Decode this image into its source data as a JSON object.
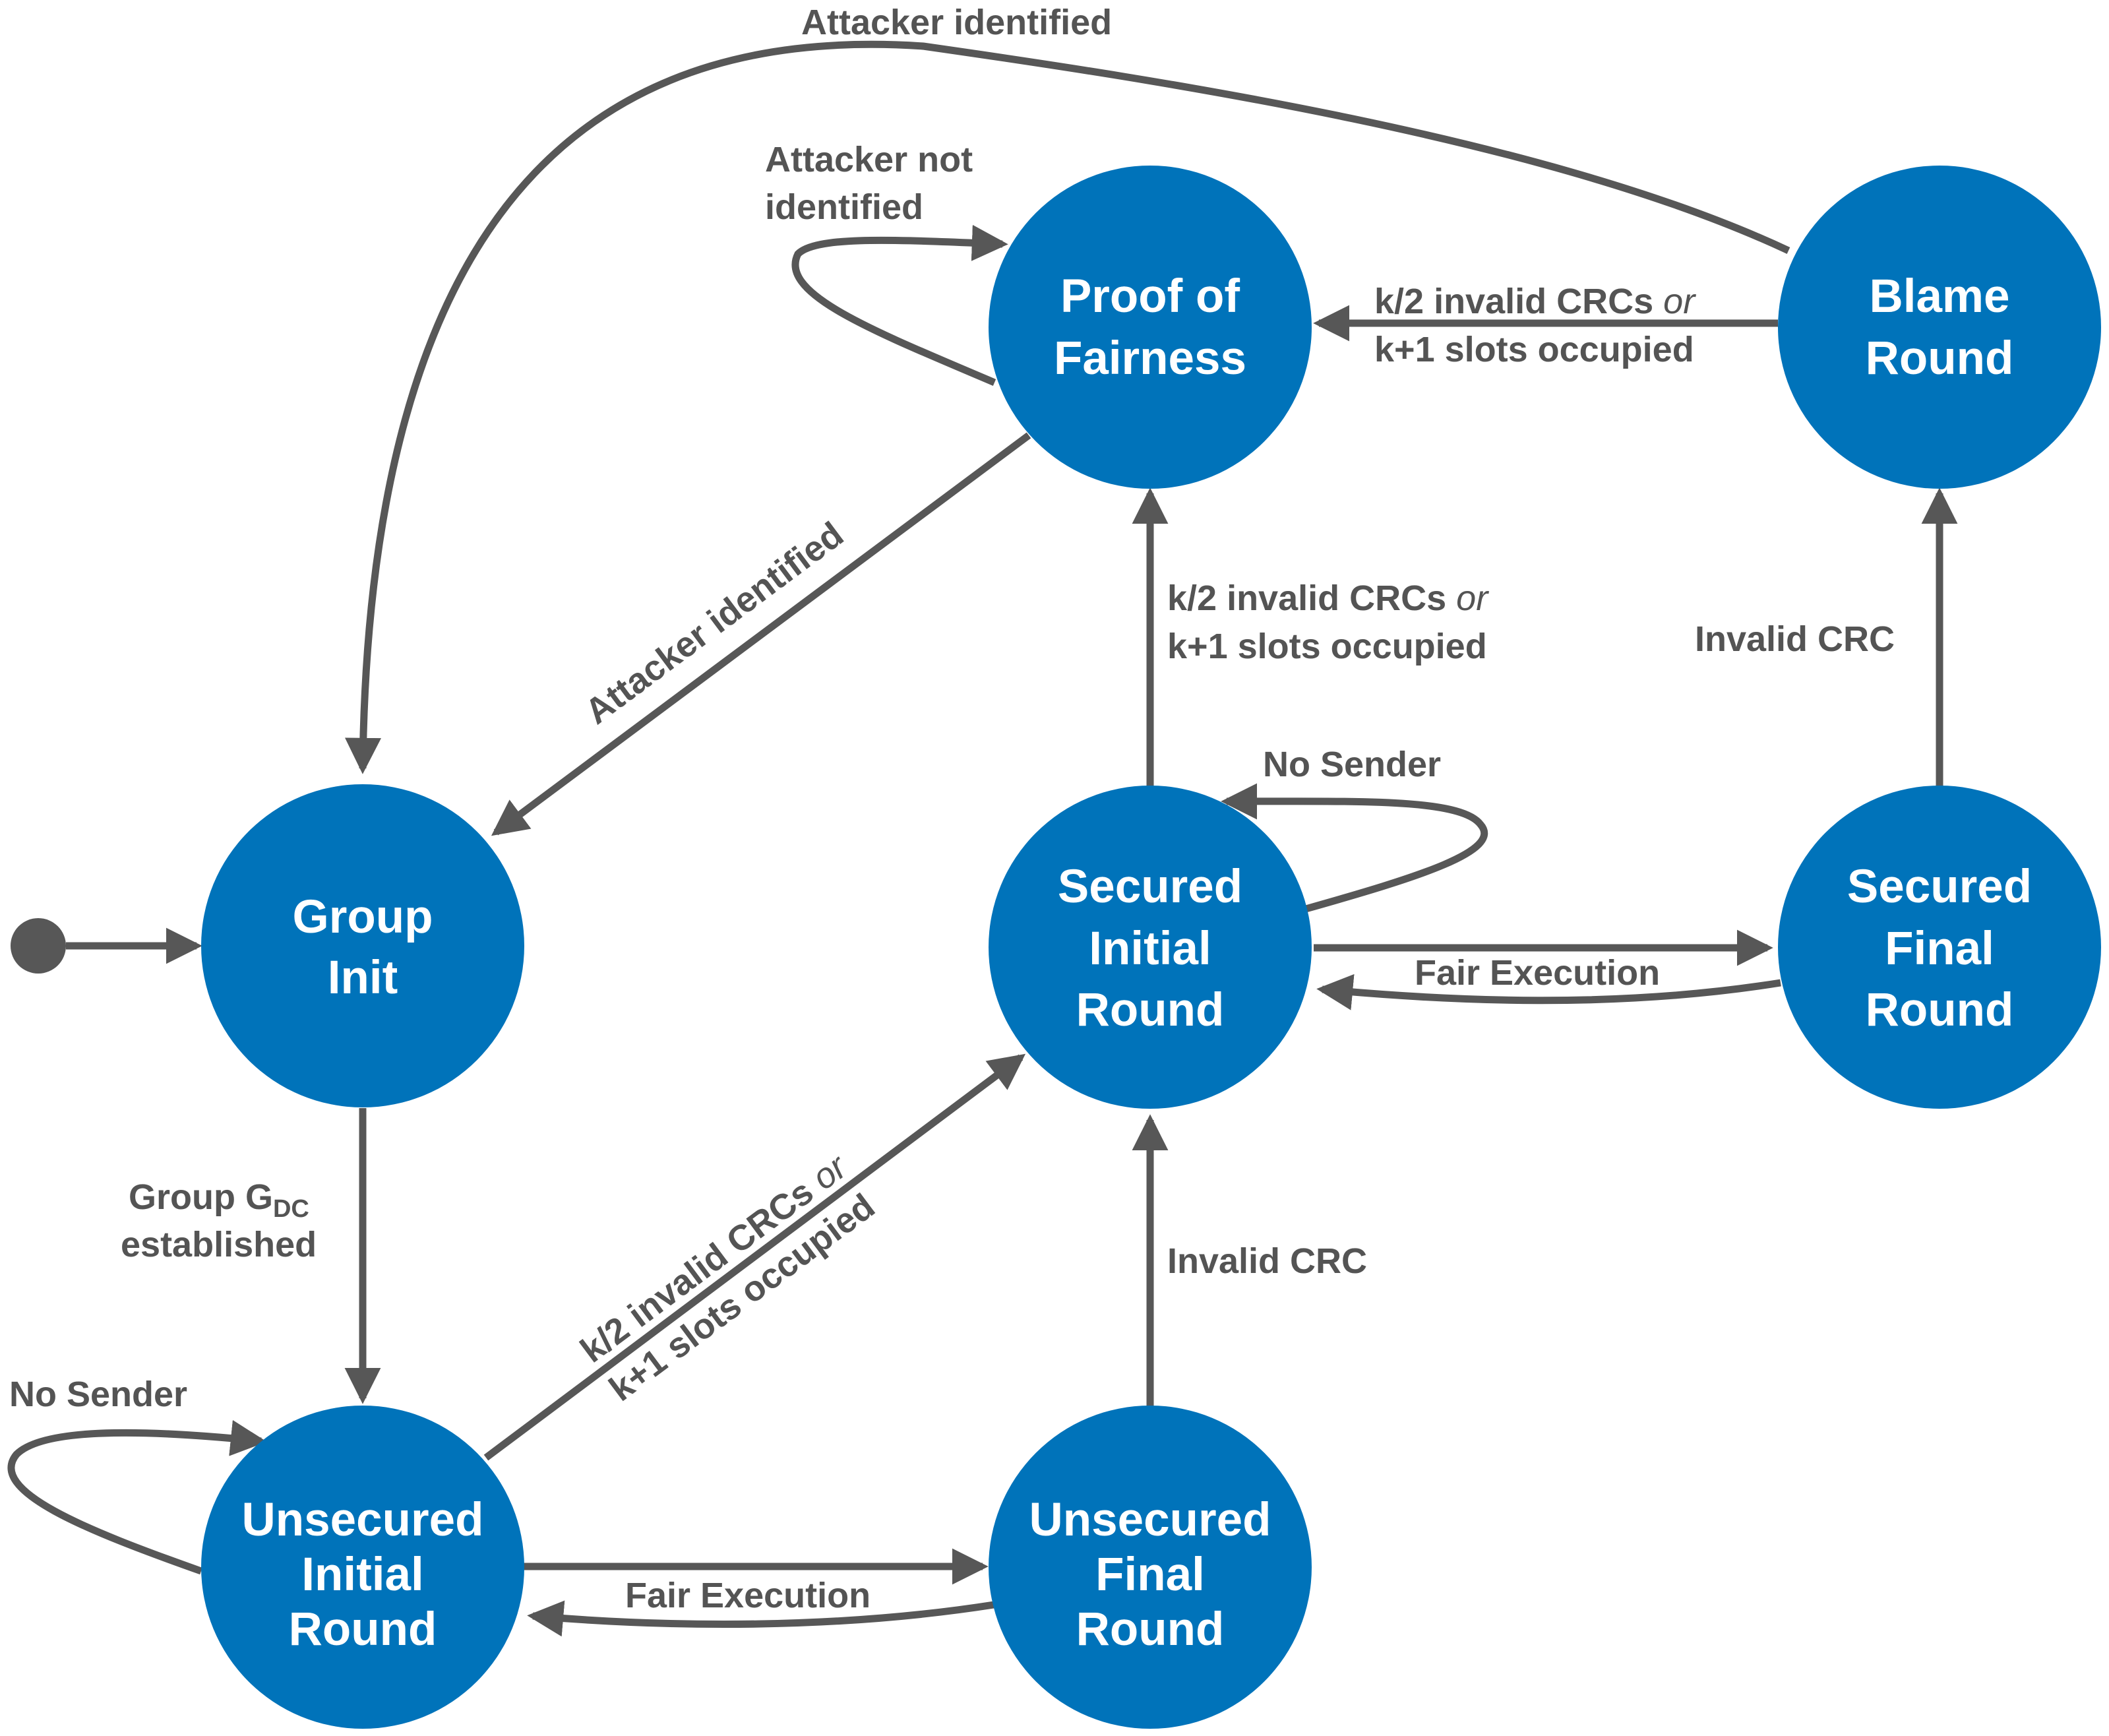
{
  "colors": {
    "state_fill": "#0073BA",
    "state_text": "#FFFFFF",
    "edge": "#575757",
    "edge_label": "#545454"
  },
  "states": {
    "group_init": [
      "Group",
      "Init"
    ],
    "unsecured_initial": [
      "Unsecured",
      "Initial",
      "Round"
    ],
    "unsecured_final": [
      "Unsecured",
      "Final",
      "Round"
    ],
    "secured_initial": [
      "Secured",
      "Initial",
      "Round"
    ],
    "secured_final": [
      "Secured",
      "Final",
      "Round"
    ],
    "proof_of_fairness": [
      "Proof of",
      "Fairness"
    ],
    "blame_round": [
      "Blame",
      "Round"
    ]
  },
  "transitions": {
    "attacker_identified_top": "Attacker identified",
    "attacker_not_identified": [
      "Attacker not",
      "identified"
    ],
    "attacker_identified_diag": "Attacker identified",
    "blame_to_proof": {
      "line1_main": "k/2 invalid CRCs",
      "line1_em": "or",
      "line2": "k+1 slots occupied"
    },
    "secured_to_proof": {
      "line1_main": "k/2 invalid CRCs",
      "line1_em": "or",
      "line2": "k+1 slots occupied"
    },
    "unsecured_to_secured": {
      "line1_main": "k/2 invalid CRCs",
      "line1_em": "or",
      "line2": "k+1 slots occupied"
    },
    "secured_final_to_blame": "Invalid CRC",
    "unsecured_final_to_secured": "Invalid CRC",
    "no_sender_secured": "No Sender",
    "no_sender_unsecured": "No Sender",
    "fair_execution_secured": "Fair Execution",
    "fair_execution_unsecured": "Fair Execution",
    "group_established": {
      "prefix": "Group G",
      "subscript": "DC",
      "line2": "established"
    }
  }
}
